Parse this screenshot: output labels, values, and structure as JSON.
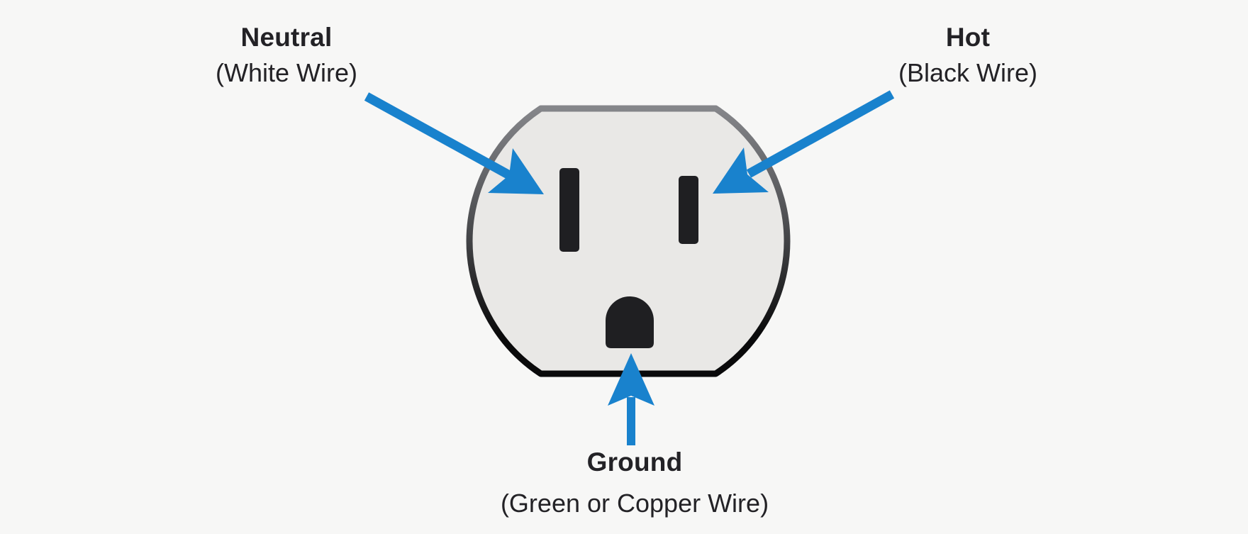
{
  "figure": {
    "description": "Electrical outlet wiring diagram"
  },
  "labels": {
    "neutral": {
      "title": "Neutral",
      "subtitle": "(White Wire)"
    },
    "hot": {
      "title": "Hot",
      "subtitle": "(Black Wire)"
    },
    "ground": {
      "title": "Ground",
      "subtitle": "(Green or Copper Wire)"
    }
  },
  "colors": {
    "background": "#f7f7f6",
    "text": "#232226",
    "arrow": "#1982cd",
    "outlet_face": "#e9e8e6",
    "outline_top": "#85868a",
    "outline_mid": "#4a4b4e",
    "outline_bottom": "#0a0a0b",
    "slot": "#1f1f22"
  }
}
